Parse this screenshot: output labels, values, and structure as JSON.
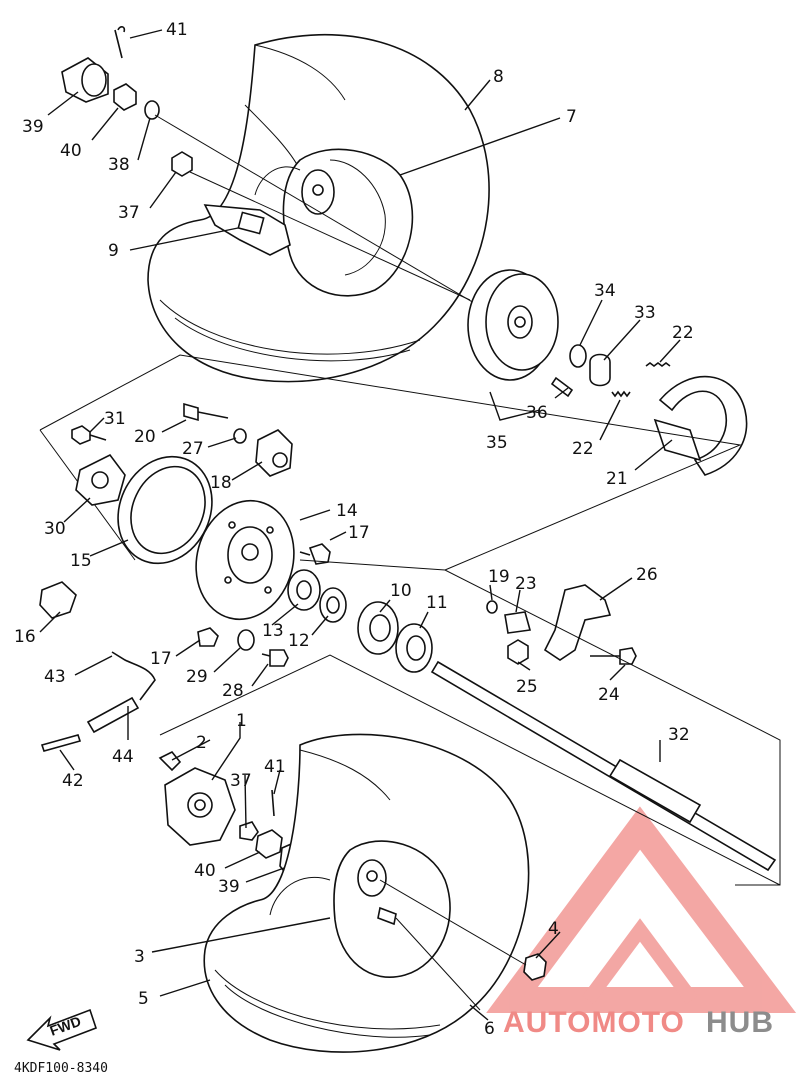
{
  "diagram": {
    "code": "4KDF100-8340",
    "fwd_label": "FWD",
    "watermark": {
      "part1": "AUTOMOTO",
      "part2": "HUB",
      "accent_color": "#f08a86",
      "gray_color": "#8c8c8c"
    },
    "callouts": [
      {
        "id": "c41a",
        "label": "41"
      },
      {
        "id": "c8",
        "label": "8"
      },
      {
        "id": "c39a",
        "label": "39"
      },
      {
        "id": "c40a",
        "label": "40"
      },
      {
        "id": "c38",
        "label": "38"
      },
      {
        "id": "c7",
        "label": "7"
      },
      {
        "id": "c37a",
        "label": "37"
      },
      {
        "id": "c9",
        "label": "9"
      },
      {
        "id": "c34",
        "label": "34"
      },
      {
        "id": "c33",
        "label": "33"
      },
      {
        "id": "c22a",
        "label": "22"
      },
      {
        "id": "c36",
        "label": "36"
      },
      {
        "id": "c35",
        "label": "35"
      },
      {
        "id": "c22b",
        "label": "22"
      },
      {
        "id": "c21",
        "label": "21"
      },
      {
        "id": "c31",
        "label": "31"
      },
      {
        "id": "c20",
        "label": "20"
      },
      {
        "id": "c27",
        "label": "27"
      },
      {
        "id": "c18",
        "label": "18"
      },
      {
        "id": "c14",
        "label": "14"
      },
      {
        "id": "c17a",
        "label": "17"
      },
      {
        "id": "c30",
        "label": "30"
      },
      {
        "id": "c15",
        "label": "15"
      },
      {
        "id": "c16",
        "label": "16"
      },
      {
        "id": "c19",
        "label": "19"
      },
      {
        "id": "c23",
        "label": "23"
      },
      {
        "id": "c26",
        "label": "26"
      },
      {
        "id": "c10",
        "label": "10"
      },
      {
        "id": "c11",
        "label": "11"
      },
      {
        "id": "c13",
        "label": "13"
      },
      {
        "id": "c12",
        "label": "12"
      },
      {
        "id": "c17b",
        "label": "17"
      },
      {
        "id": "c29",
        "label": "29"
      },
      {
        "id": "c28",
        "label": "28"
      },
      {
        "id": "c25",
        "label": "25"
      },
      {
        "id": "c24",
        "label": "24"
      },
      {
        "id": "c43",
        "label": "43"
      },
      {
        "id": "c44",
        "label": "44"
      },
      {
        "id": "c42",
        "label": "42"
      },
      {
        "id": "c1",
        "label": "1"
      },
      {
        "id": "c2",
        "label": "2"
      },
      {
        "id": "c41b",
        "label": "41"
      },
      {
        "id": "c37b",
        "label": "37"
      },
      {
        "id": "c32",
        "label": "32"
      },
      {
        "id": "c40b",
        "label": "40"
      },
      {
        "id": "c39b",
        "label": "39"
      },
      {
        "id": "c4",
        "label": "4"
      },
      {
        "id": "c3",
        "label": "3"
      },
      {
        "id": "c5",
        "label": "5"
      },
      {
        "id": "c6",
        "label": "6"
      }
    ]
  }
}
